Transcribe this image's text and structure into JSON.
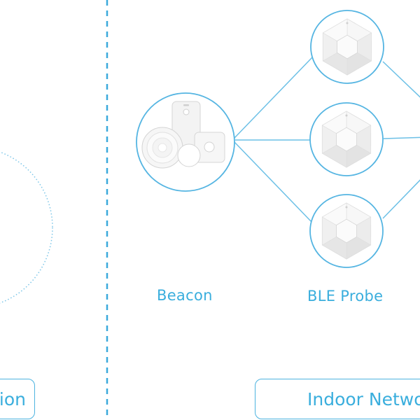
{
  "nodes": {
    "beacon_label": "Beacon",
    "probe_label": "BLE Probe"
  },
  "buttons": {
    "left_partial_label": "ion",
    "right_partial_label": "Indoor Netwo"
  },
  "colors": {
    "accent": "#4db3e0",
    "text": "#3aaedd",
    "device_white": "#f4f4f4",
    "device_shadow": "#d9d9d9"
  },
  "icons": {
    "beacon": "beacon-devices-icon",
    "probe": "hexagon-probe-icon"
  }
}
